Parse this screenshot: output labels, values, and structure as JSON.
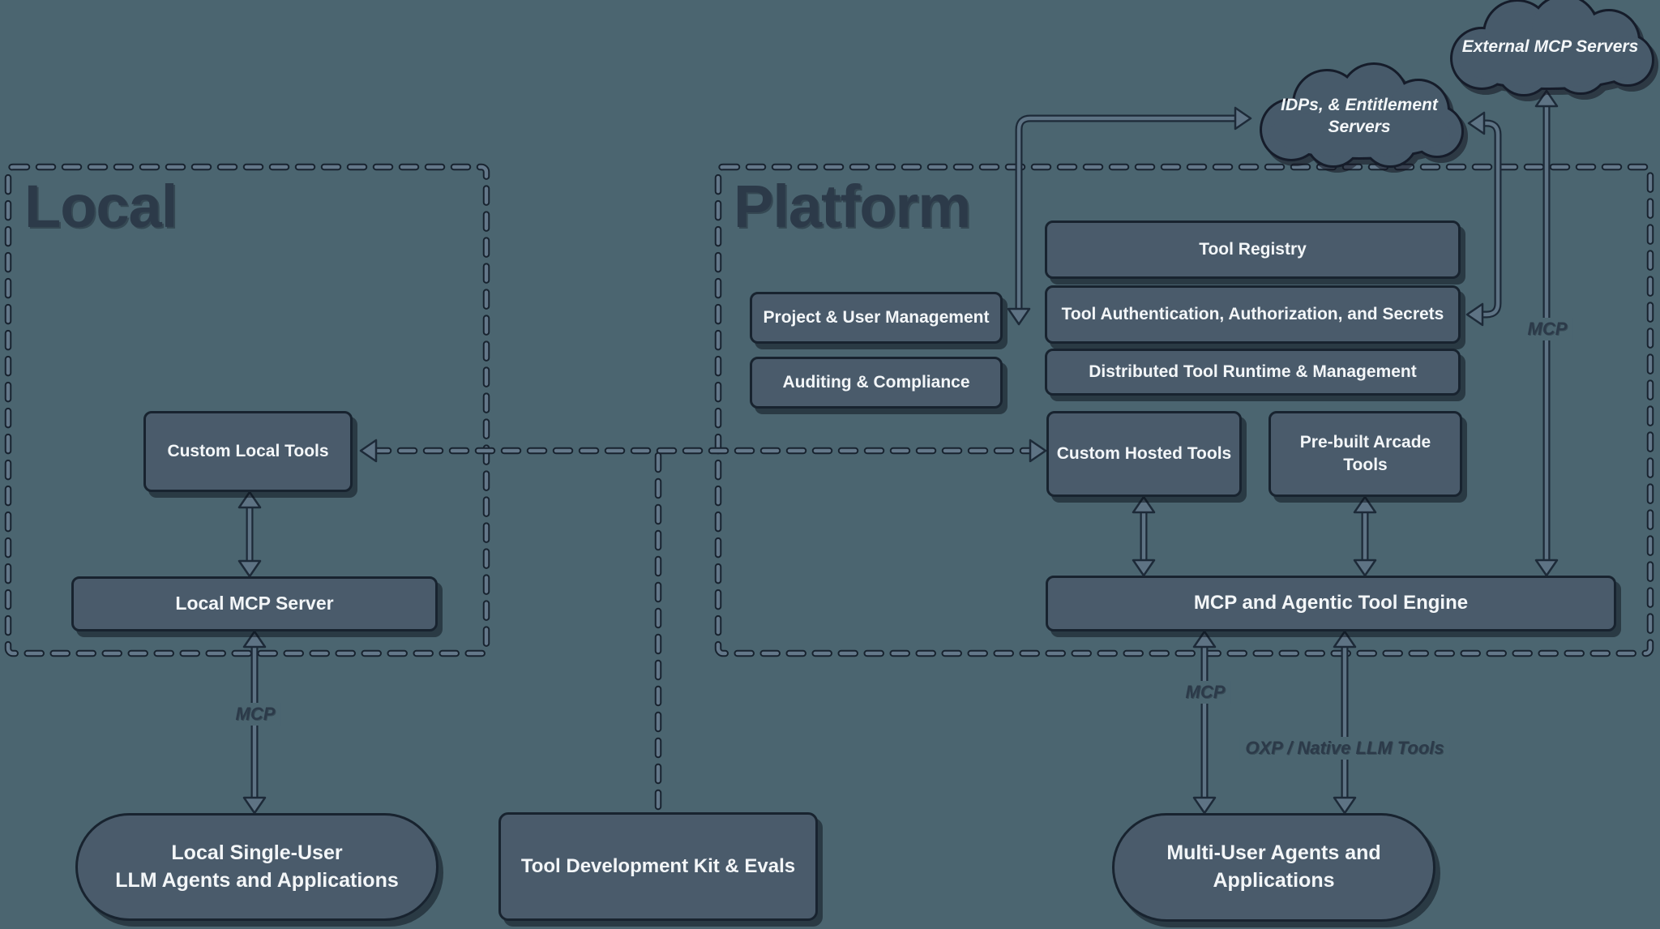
{
  "colors": {
    "background": "#4b6570",
    "node_fill": "#4a5b6b",
    "node_border": "#18232f",
    "text_light": "#f3f6f8",
    "text_dark": "#2c3a49",
    "connector": "#5e7384"
  },
  "containers": {
    "local": {
      "title": "Local"
    },
    "platform": {
      "title": "Platform"
    }
  },
  "clouds": {
    "external_mcp_servers": {
      "label": "External MCP Servers"
    },
    "idps_entitlement": {
      "line1": "IDPs, & Entitlement",
      "line2": "Servers"
    }
  },
  "nodes": {
    "custom_local_tools": {
      "label": "Custom Local Tools"
    },
    "local_mcp_server": {
      "label": "Local MCP Server"
    },
    "project_user_management": {
      "label": "Project & User Management"
    },
    "auditing_compliance": {
      "label": "Auditing & Compliance"
    },
    "tool_registry": {
      "label": "Tool Registry"
    },
    "tool_auth": {
      "label": "Tool Authentication, Authorization, and Secrets"
    },
    "distributed_runtime": {
      "label": "Distributed Tool Runtime & Management"
    },
    "custom_hosted_tools": {
      "label": "Custom Hosted Tools"
    },
    "prebuilt_arcade_tools": {
      "label": "Pre-built Arcade Tools"
    },
    "engine": {
      "label": "MCP and Agentic Tool Engine"
    },
    "tool_dev_kit": {
      "label": "Tool Development Kit & Evals"
    },
    "local_single_user": {
      "line1": "Local Single-User",
      "line2": "LLM Agents and Applications"
    },
    "multi_user": {
      "line1": "Multi-User Agents and",
      "line2": "Applications"
    }
  },
  "edge_labels": {
    "local_stack_mcp": "MCP",
    "external_mcp": "MCP",
    "engine_mcp": "MCP",
    "engine_native": "OXP / Native LLM Tools"
  }
}
